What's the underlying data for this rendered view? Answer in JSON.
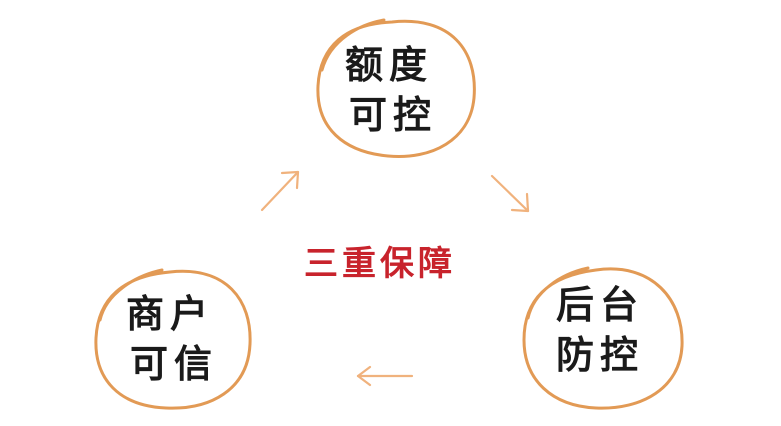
{
  "colors": {
    "ring": "#E29A55",
    "arrow": "#F0B27D",
    "center_text": "#C8232C",
    "node_text": "#1A1A1A"
  },
  "center_label": "三重保障",
  "nodes": [
    {
      "id": "quota",
      "lines": [
        "额度",
        "可控"
      ]
    },
    {
      "id": "backend",
      "lines": [
        "后台",
        "防控"
      ]
    },
    {
      "id": "merchant",
      "lines": [
        "商户",
        "可信"
      ]
    }
  ],
  "arrows": [
    {
      "from": "quota",
      "to": "backend"
    },
    {
      "from": "backend",
      "to": "merchant"
    },
    {
      "from": "merchant",
      "to": "quota"
    }
  ]
}
